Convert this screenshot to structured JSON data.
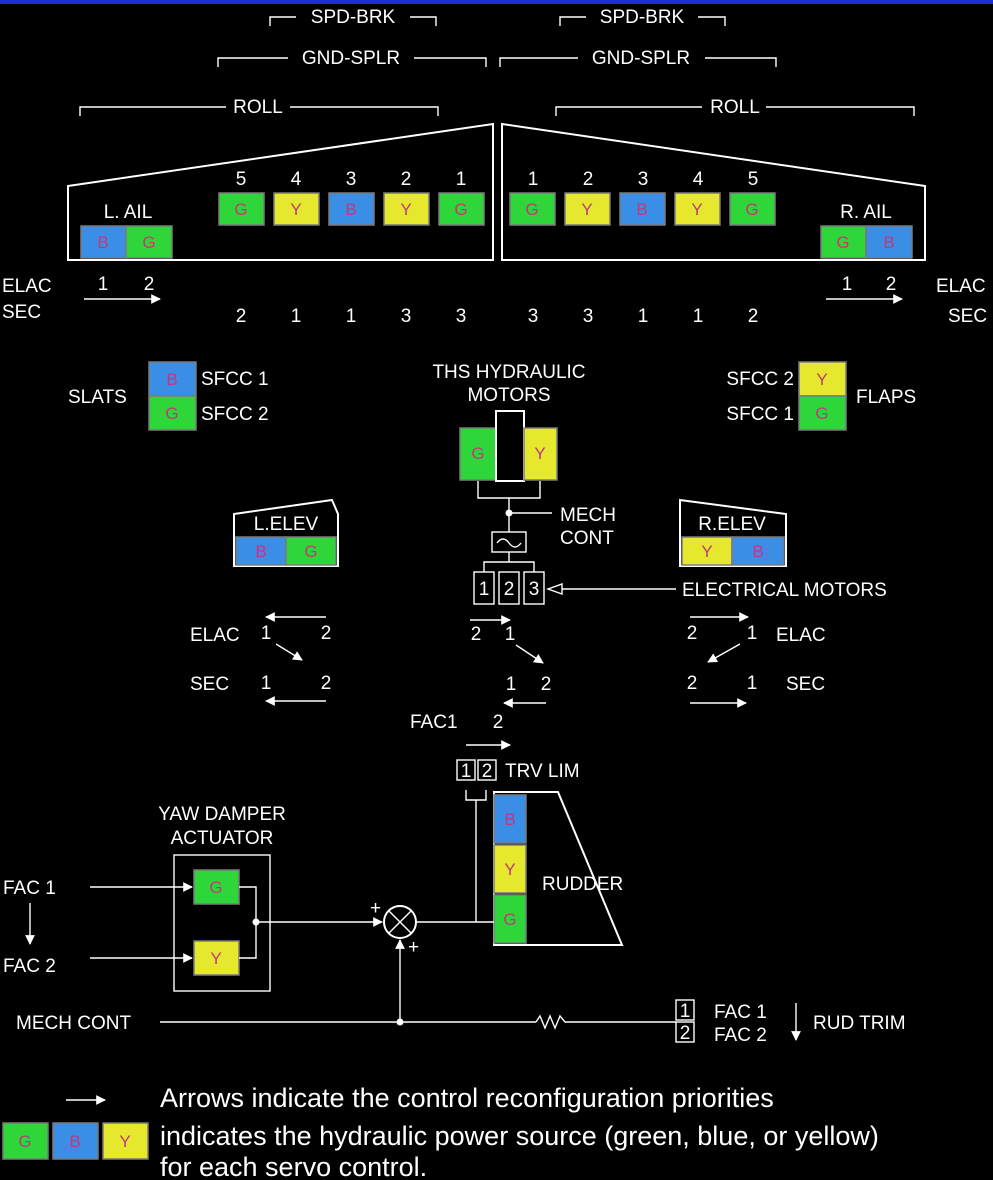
{
  "colors": {
    "G": "#2fd63a",
    "B": "#3a8ee6",
    "Y": "#e6e82e",
    "background": "#000000",
    "line": "#ffffff",
    "top_bar": "#1b2fd6",
    "boxed_letter_text": "#c0397a"
  },
  "brackets": {
    "spd_brk": "SPD-BRK",
    "gnd_splr": "GND-SPLR",
    "roll": "ROLL"
  },
  "left_wing": {
    "aileron_label": "L. AIL",
    "aileron_boxes": [
      "B",
      "G"
    ],
    "aileron_numbers": [
      "1",
      "2"
    ],
    "spoiler_numbers": [
      "5",
      "4",
      "3",
      "2",
      "1"
    ],
    "spoiler_boxes": [
      "G",
      "Y",
      "B",
      "Y",
      "G"
    ],
    "sec_numbers": [
      "2",
      "1",
      "1",
      "3",
      "3"
    ]
  },
  "right_wing": {
    "aileron_label": "R. AIL",
    "aileron_boxes": [
      "G",
      "B"
    ],
    "aileron_numbers": [
      "1",
      "2"
    ],
    "spoiler_numbers": [
      "1",
      "2",
      "3",
      "4",
      "5"
    ],
    "spoiler_boxes": [
      "G",
      "Y",
      "B",
      "Y",
      "G"
    ],
    "sec_numbers": [
      "3",
      "3",
      "1",
      "1",
      "2"
    ]
  },
  "computers": {
    "elac": "ELAC",
    "sec": "SEC",
    "fac1": "FAC 1",
    "fac2": "FAC 2",
    "fac_1": "FAC1",
    "fac_2": "2"
  },
  "slats": {
    "label": "SLATS",
    "boxes": [
      "B",
      "G"
    ],
    "sfcc": [
      "SFCC 1",
      "SFCC 2"
    ]
  },
  "flaps": {
    "label": "FLAPS",
    "boxes": [
      "Y",
      "G"
    ],
    "sfcc": [
      "SFCC 2",
      "SFCC 1"
    ]
  },
  "ths": {
    "title_line1": "THS HYDRAULIC",
    "title_line2": "MOTORS",
    "boxes": [
      "G",
      "Y"
    ],
    "mech_line1": "MECH",
    "mech_line2": "CONT",
    "motor_numbers": [
      "1",
      "2",
      "3"
    ],
    "electrical_motors": "ELECTRICAL MOTORS",
    "elac_numbers": [
      "2",
      "1"
    ],
    "sec_numbers": [
      "1",
      "2"
    ]
  },
  "l_elev": {
    "label": "L.ELEV",
    "boxes": [
      "B",
      "G"
    ],
    "elac_numbers": [
      "1",
      "2"
    ],
    "sec_numbers": [
      "1",
      "2"
    ]
  },
  "r_elev": {
    "label": "R.ELEV",
    "boxes": [
      "Y",
      "B"
    ],
    "elac_numbers": [
      "2",
      "1"
    ],
    "sec_numbers": [
      "2",
      "1"
    ]
  },
  "trv_lim": {
    "numbers": [
      "1",
      "2"
    ],
    "label": "TRV LIM"
  },
  "rudder": {
    "label": "RUDDER",
    "boxes": [
      "B",
      "Y",
      "G"
    ]
  },
  "yaw_damper": {
    "title_line1": "YAW DAMPER",
    "title_line2": "ACTUATOR",
    "boxes": [
      "G",
      "Y"
    ]
  },
  "summing": {
    "plus_top": "+",
    "plus_bottom": "+"
  },
  "mech_cont_bottom": "MECH CONT",
  "rud_trim": {
    "numbers": [
      "1",
      "2"
    ],
    "fac1": "FAC 1",
    "fac2": "FAC 2",
    "label": "RUD TRIM"
  },
  "legend": {
    "line1": "Arrows indicate the control reconfiguration priorities",
    "line2": "indicates the hydraulic power source (green, blue, or yellow)",
    "line3": "for each servo control.",
    "boxes": [
      "G",
      "B",
      "Y"
    ]
  }
}
